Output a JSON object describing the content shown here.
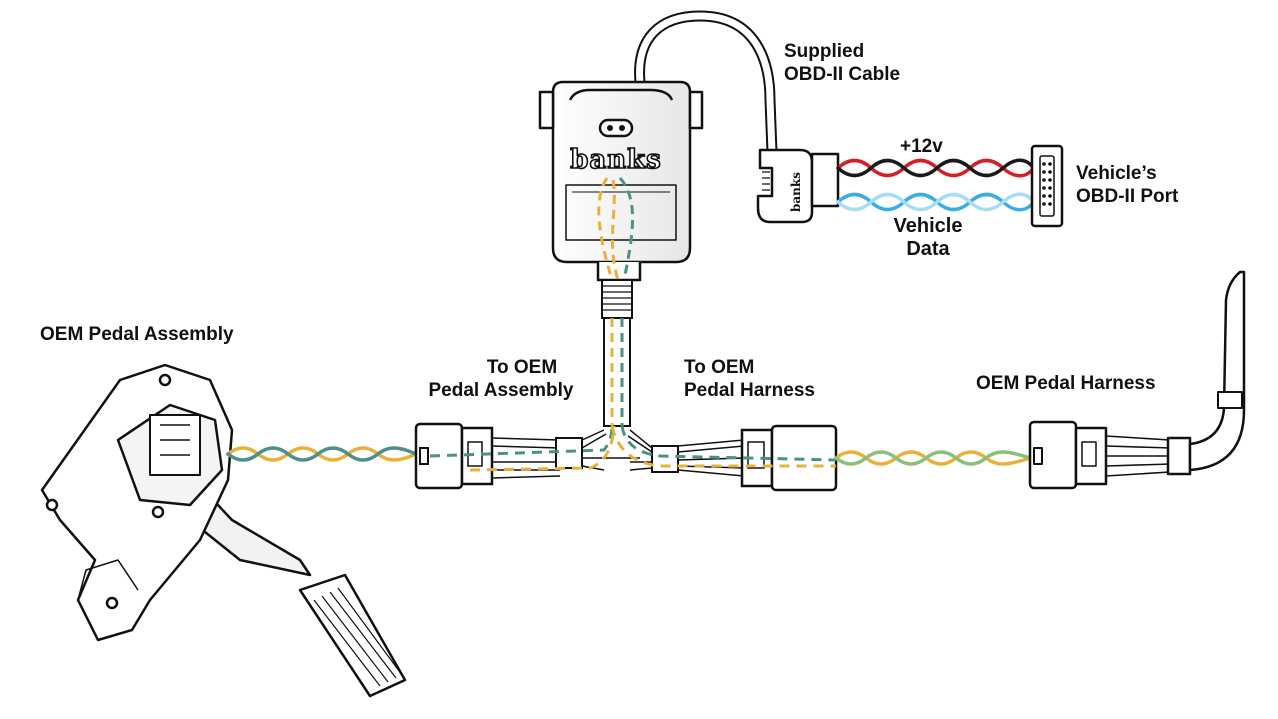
{
  "labels": {
    "obd_cable_l1": "Supplied",
    "obd_cable_l2": "OBD-II Cable",
    "plus12v": "+12v",
    "vehicle_data_l1": "Vehicle",
    "vehicle_data_l2": "Data",
    "obd_port_l1": "Vehicle’s",
    "obd_port_l2": "OBD-II Port",
    "oem_pedal_assembly": "OEM Pedal Assembly",
    "to_oem_pedal_assembly_l1": "To OEM",
    "to_oem_pedal_assembly_l2": "Pedal Assembly",
    "to_oem_pedal_harness_l1": "To OEM",
    "to_oem_pedal_harness_l2": "Pedal Harness",
    "oem_pedal_harness": "OEM Pedal Harness"
  },
  "brand": {
    "module_logo": "banks",
    "plug_logo": "banks"
  },
  "colors": {
    "outline": "#111111",
    "wire_yellow": "#e8b23a",
    "wire_teal": "#4f8f8a",
    "wire_green": "#8cc07a",
    "wire_red": "#d3202a",
    "wire_black": "#1a1a1a",
    "wire_blue": "#3aaee0"
  }
}
